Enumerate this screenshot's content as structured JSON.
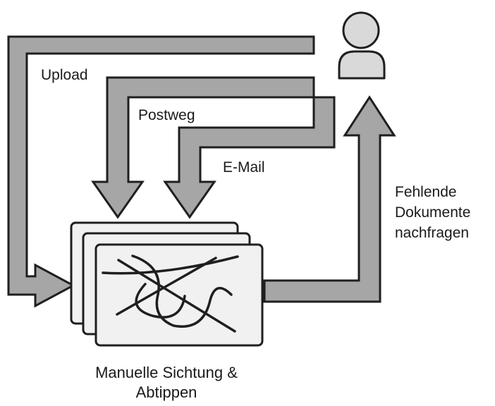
{
  "flow_labels": {
    "upload": "Upload",
    "postweg": "Postweg",
    "email": "E-Mail",
    "missing_documents": "Fehlende\nDokumente\nnachfragen"
  },
  "process_box_label": "Manuelle Sichtung &\nAbtippen",
  "icons": {
    "user": "user-icon",
    "documents": "scribbled-documents-icon"
  },
  "colors": {
    "arrow_fill": "#a6a6a6",
    "outline": "#1f1f1f",
    "document_fill": "#f1f1f1",
    "user_fill": "#d9d9d9",
    "text": "#1a1a1a"
  }
}
